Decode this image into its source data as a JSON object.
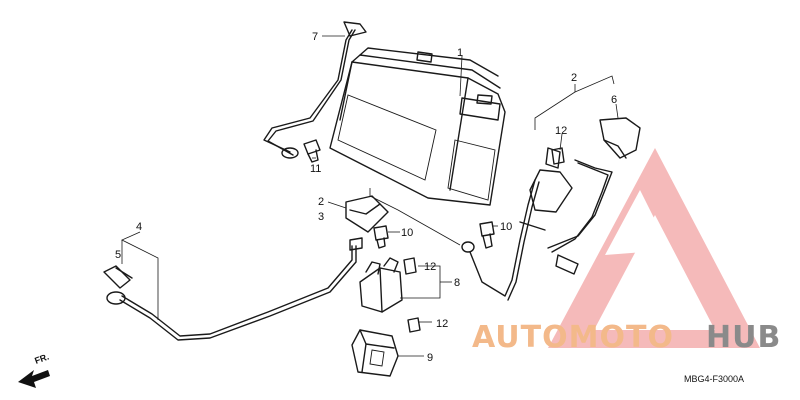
{
  "callouts": {
    "c1": "1",
    "c2a": "2",
    "c2b": "2",
    "c3": "3",
    "c4": "4",
    "c5": "5",
    "c6": "6",
    "c7": "7",
    "c8": "8",
    "c9": "9",
    "c10a": "10",
    "c10b": "10",
    "c11": "11",
    "c12a": "12",
    "c12b": "12",
    "c12c": "12"
  },
  "direction_label": "FR.",
  "diagram_code": "MBG4-F3000A",
  "watermark": {
    "text_part1": "AUTOMOTO",
    "text_part2": "HUB",
    "color_primary": "#f3b98a",
    "color_secondary": "#8a8a8a",
    "triangle_color": "#f0a0a0"
  }
}
